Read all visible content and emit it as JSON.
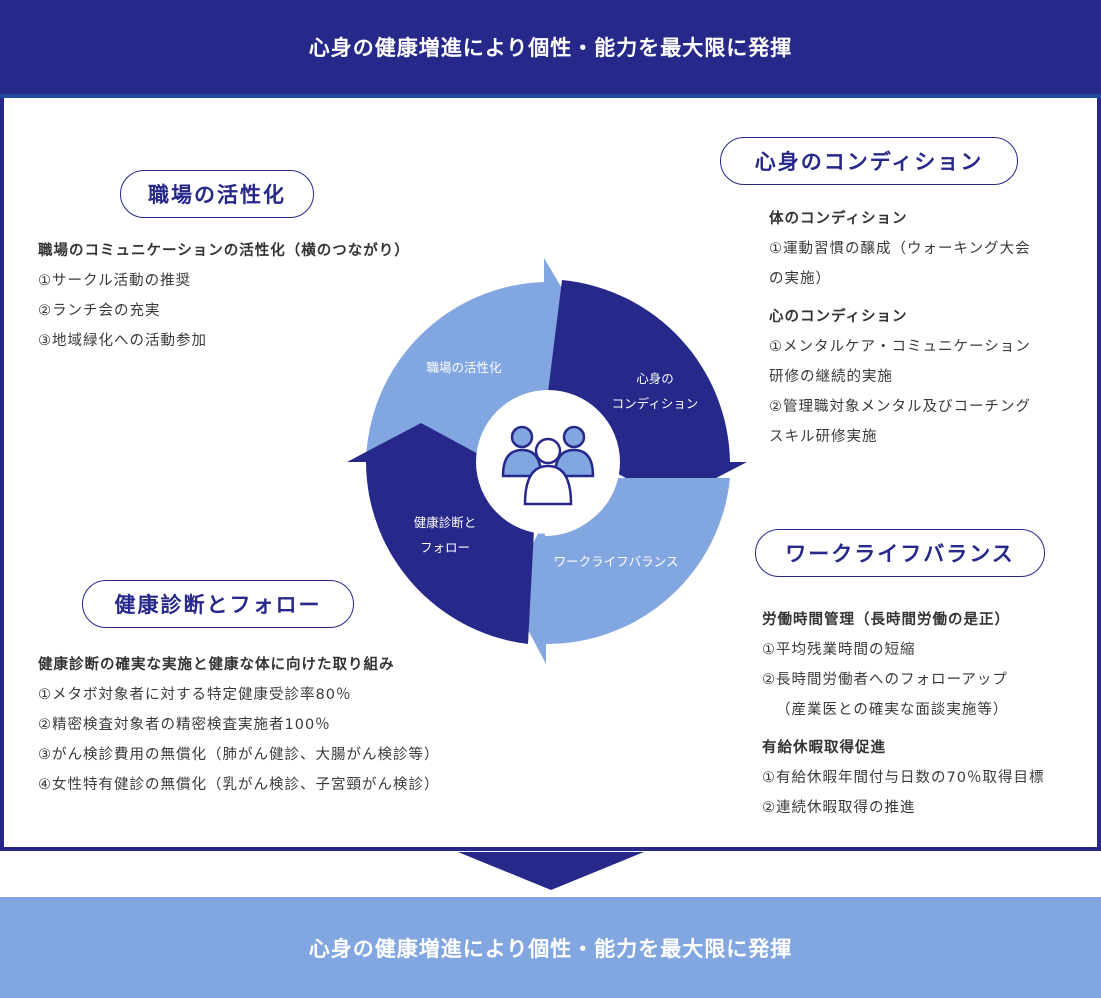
{
  "header": {
    "title": "心身の健康増進により個性・能力を最大限に発揮"
  },
  "footer": {
    "title": "心身の健康増進により個性・能力を最大限に発揮"
  },
  "colors": {
    "navy": "#26288a",
    "light_blue": "#82a6df",
    "text": "#3a3a3a"
  },
  "cycle": {
    "center_icon": "people-group-icon",
    "labels": {
      "workplace": "職場の活性化",
      "condition_line1": "心身の",
      "condition_line2": "コンディション",
      "balance": "ワークライフバランス",
      "health_line1": "健康診断と",
      "health_line2": "フォロー"
    }
  },
  "sections": {
    "workplace": {
      "title": "職場の活性化",
      "heading": "職場のコミュニケーションの活性化（横のつながり）",
      "items": [
        "①サークル活動の推奨",
        "②ランチ会の充実",
        "③地域緑化への活動参加"
      ]
    },
    "condition": {
      "title": "心身のコンディション",
      "body_heading": "体のコンディション",
      "body_items": [
        "①運動習慣の醸成（ウォーキング大会",
        "の実施）"
      ],
      "mind_heading": "心のコンディション",
      "mind_items": [
        "①メンタルケア・コミュニケーション",
        "研修の継続的実施",
        "②管理職対象メンタル及びコーチング",
        "スキル研修実施"
      ]
    },
    "balance": {
      "title": "ワークライフバランス",
      "hours_heading": "労働時間管理（長時間労働の是正）",
      "hours_items": [
        "①平均残業時間の短縮",
        "②長時間労働者へのフォローアップ",
        "（産業医との確実な面談実施等）"
      ],
      "leave_heading": "有給休暇取得促進",
      "leave_items": [
        "①有給休暇年間付与日数の70％取得目標",
        "②連続休暇取得の推進"
      ]
    },
    "health": {
      "title": "健康診断とフォロー",
      "heading": "健康診断の確実な実施と健康な体に向けた取り組み",
      "items": [
        "①メタボ対象者に対する特定健康受診率80％",
        "②精密検査対象者の精密検査実施者100％",
        "③がん検診費用の無償化（肺がん健診、大腸がん検診等）",
        "④女性特有健診の無償化（乳がん検診、子宮頸がん検診）"
      ]
    }
  }
}
